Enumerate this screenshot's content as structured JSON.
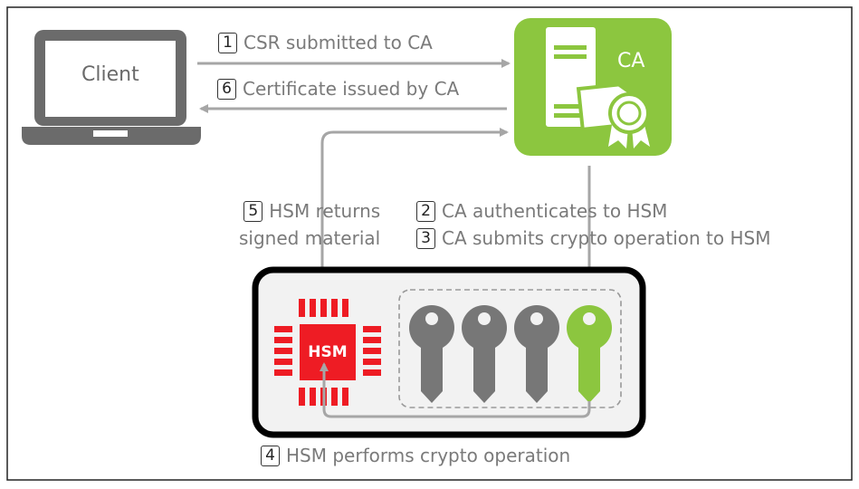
{
  "client_label": "Client",
  "ca_label": "CA",
  "hsm_label": "HSM",
  "steps": [
    {
      "num": "1",
      "text": "CSR submitted to CA"
    },
    {
      "num": "6",
      "text": "Certificate issued by CA"
    },
    {
      "num": "5",
      "text": "HSM returns",
      "text2": "signed material"
    },
    {
      "num": "2",
      "text": "CA authenticates to HSM"
    },
    {
      "num": "3",
      "text": "CA submits crypto operation to HSM"
    },
    {
      "num": "4",
      "text": "HSM performs crypto operation"
    }
  ],
  "colors": {
    "laptop": "#6b6b6b",
    "ca_green": "#8cc63f",
    "hsm_red": "#ee1c24",
    "key_gray": "#777777",
    "key_green": "#8cc63f",
    "arrow_gray": "#a6a6a6",
    "hsm_frame": "#000000",
    "hsm_panel": "#f2f2f2"
  }
}
